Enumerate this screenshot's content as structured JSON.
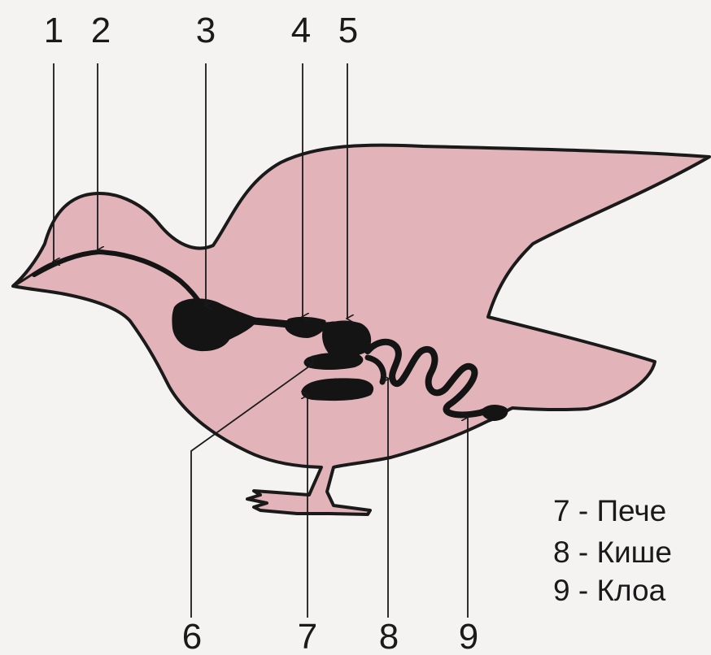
{
  "diagram": {
    "top_labels": [
      "1",
      "2",
      "3",
      "4",
      "5"
    ],
    "bottom_labels": [
      "6",
      "7",
      "8",
      "9"
    ],
    "legend": [
      "7 - Пече",
      "8 - Кише",
      "9 - Клоа"
    ],
    "colors": {
      "body_fill": "#e2b4b9",
      "outline": "#1a1a1a",
      "organ_fill": "#141414",
      "background": "#f4f3f1"
    }
  }
}
